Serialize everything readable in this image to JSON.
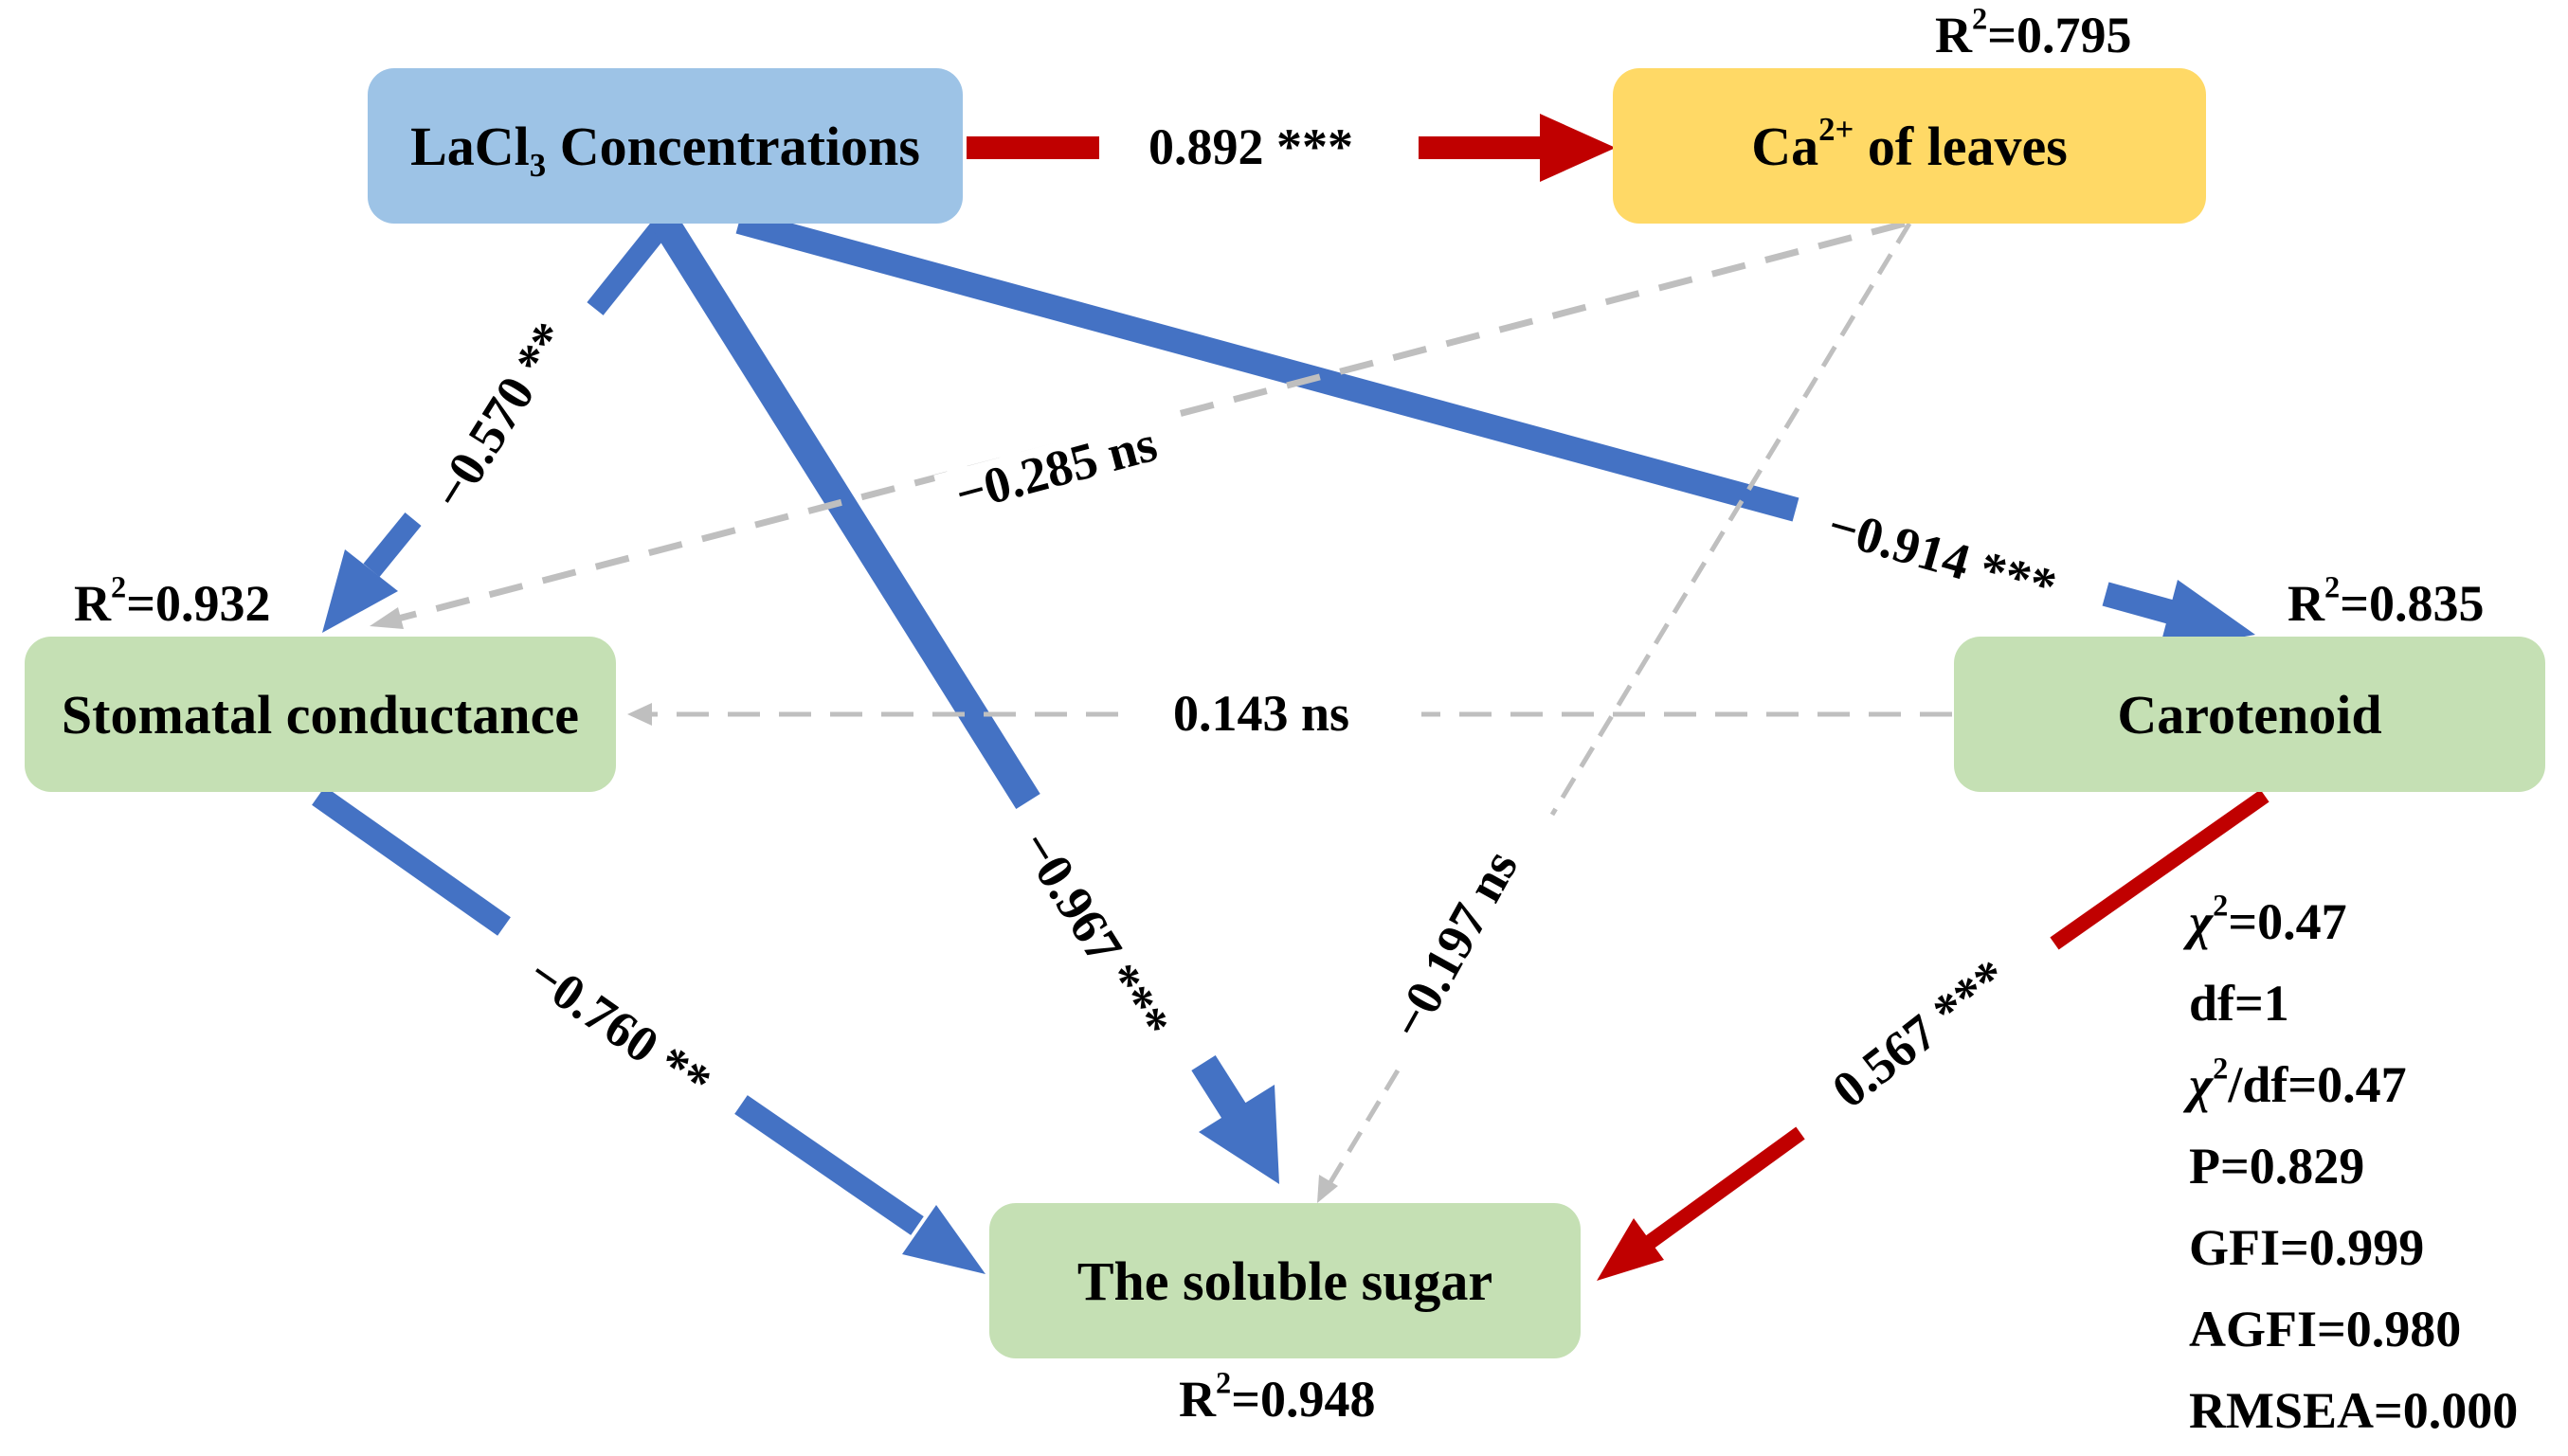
{
  "nodes": {
    "lacl3": {
      "text_pre": "LaCl",
      "text_sub": "3",
      "text_post": " Concentrations",
      "color": "#9dc3e6"
    },
    "ca": {
      "text_pre": "Ca",
      "text_sup": "2+",
      "text_post": " of leaves",
      "color": "#ffd966",
      "r2": "=0.795"
    },
    "stomatal": {
      "text": "Stomatal conductance",
      "color": "#c5e0b4",
      "r2": "=0.932"
    },
    "carotenoid": {
      "text": "Carotenoid",
      "color": "#c5e0b4",
      "r2": "=0.835"
    },
    "sugar": {
      "text": "The soluble sugar",
      "color": "#c5e0b4",
      "r2": "=0.948"
    }
  },
  "edges": [
    {
      "from": "lacl3",
      "to": "ca",
      "label": "0.892 ***",
      "sign": "positive",
      "significant": true
    },
    {
      "from": "lacl3",
      "to": "stomatal",
      "label": "−0.570 **",
      "sign": "negative",
      "significant": true
    },
    {
      "from": "lacl3",
      "to": "sugar",
      "label": "−0.967 ***",
      "sign": "negative",
      "significant": true
    },
    {
      "from": "lacl3",
      "to": "carotenoid",
      "label": "−0.914 ***",
      "sign": "negative",
      "significant": true
    },
    {
      "from": "ca",
      "to": "stomatal",
      "label": "−0.285 ns",
      "sign": "negative",
      "significant": false
    },
    {
      "from": "ca",
      "to": "sugar",
      "label": "−0.197 ns",
      "sign": "negative",
      "significant": false
    },
    {
      "from": "carotenoid",
      "to": "stomatal",
      "label": "0.143 ns",
      "sign": "positive",
      "significant": false
    },
    {
      "from": "stomatal",
      "to": "sugar",
      "label": "−0.760 **",
      "sign": "negative",
      "significant": true
    },
    {
      "from": "carotenoid",
      "to": "sugar",
      "label": "0.567 ***",
      "sign": "positive",
      "significant": true
    }
  ],
  "r2_prefix": "R",
  "r2_sup": "2",
  "fit_stats": {
    "chi2": "=0.47",
    "df": "df=1",
    "chi2_df": "/df=0.47",
    "p": "P=0.829",
    "gfi": "GFI=0.999",
    "agfi": "AGFI=0.980",
    "rmsea": "RMSEA=0.000",
    "chi_symbol": "χ",
    "sup2": "2"
  },
  "colors": {
    "negative": "#4472c4",
    "positive": "#c00000",
    "nonsignificant": "#bfbfbf"
  }
}
